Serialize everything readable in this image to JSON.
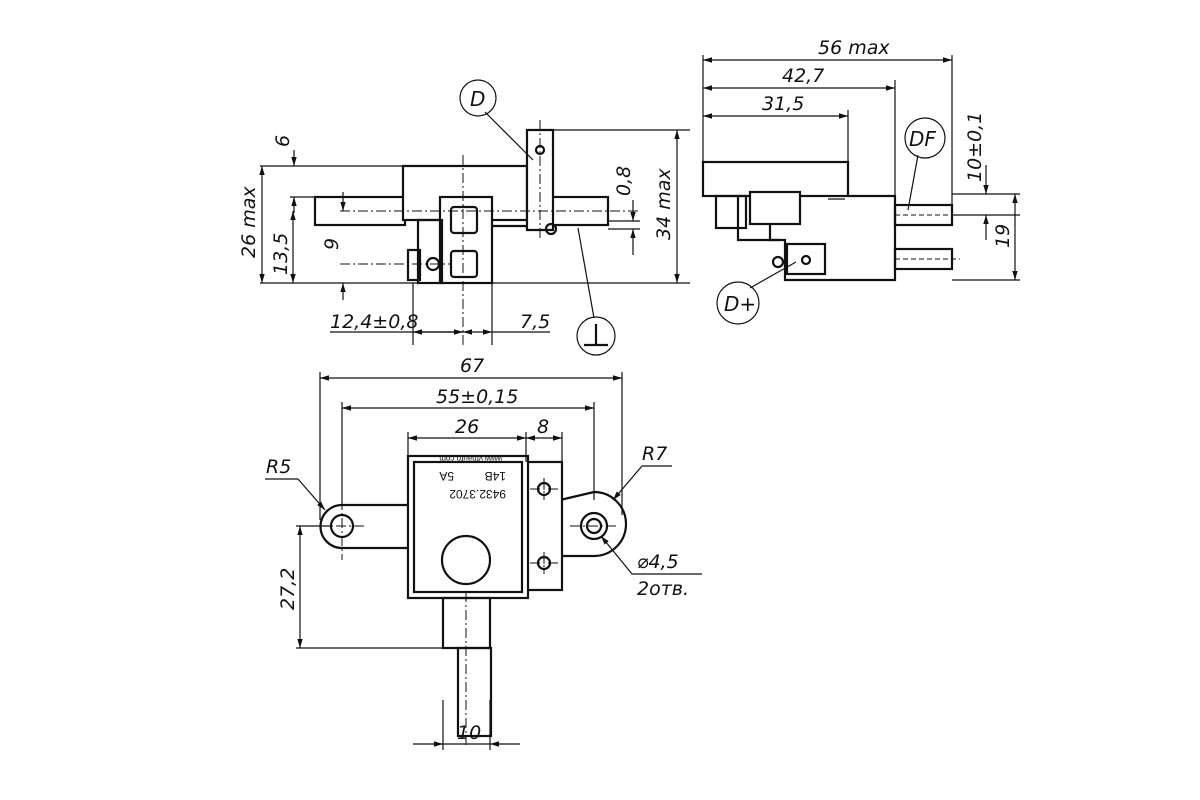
{
  "views": {
    "front": {
      "dims": {
        "d6": "6",
        "d26max": "26 max",
        "d13_5": "13,5",
        "d9": "9",
        "d0_8": "0,8",
        "d34max": "34 max",
        "d12_4": "12,4±0,8",
        "d7_5": "7,5"
      },
      "labels": {
        "terminal_d": "D"
      }
    },
    "side": {
      "dims": {
        "d56max": "56 max",
        "d42_7": "42,7",
        "d31_5": "31,5",
        "d10": "10±0,1",
        "d19": "19"
      },
      "labels": {
        "terminal_df": "DF",
        "terminal_dplus": "D+"
      }
    },
    "top": {
      "dims": {
        "d67": "67",
        "d55": "55±0,15",
        "d26": "26",
        "d8": "8",
        "r5": "R5",
        "r7": "R7",
        "d4_5": "⌀4,5",
        "holes": "2отв.",
        "d27_2": "27,2",
        "d10": "10"
      },
      "marking": {
        "part_no": "9432.3702",
        "voltage": "14В",
        "current": "5А",
        "website": "www.vtnauto.com"
      }
    }
  }
}
